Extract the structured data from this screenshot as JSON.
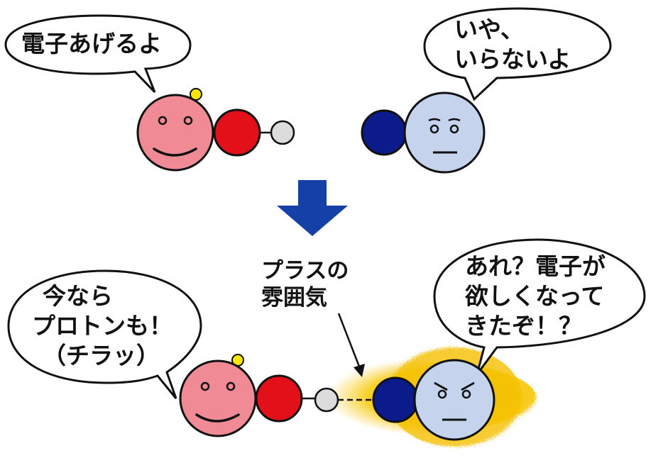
{
  "top": {
    "donor_speech": "電子あげるよ",
    "acceptor_speech": [
      "いや、",
      "いらないよ"
    ]
  },
  "bottom": {
    "donor_speech": [
      "今なら",
      "プロトンも！",
      "（チラッ）"
    ],
    "acceptor_speech": [
      "あれ？電子が",
      "欲しくなって",
      "きたぞ！？"
    ],
    "atmosphere_label": [
      "プラスの",
      "雰囲気"
    ]
  },
  "colors": {
    "face_pink": "#f08a94",
    "face_blue": "#c5d4ec",
    "red_atom": "#e3101a",
    "navy_atom": "#0c1b8c",
    "hydrogen_gray": "#dcdcdc",
    "spark_yellow": "#ffe600",
    "arrow_blue": "#1540a8",
    "glow_gold": "#f5c000"
  },
  "icons": [
    "down-arrow-icon",
    "smile-face-icon",
    "worried-face-icon",
    "angry-face-icon"
  ]
}
